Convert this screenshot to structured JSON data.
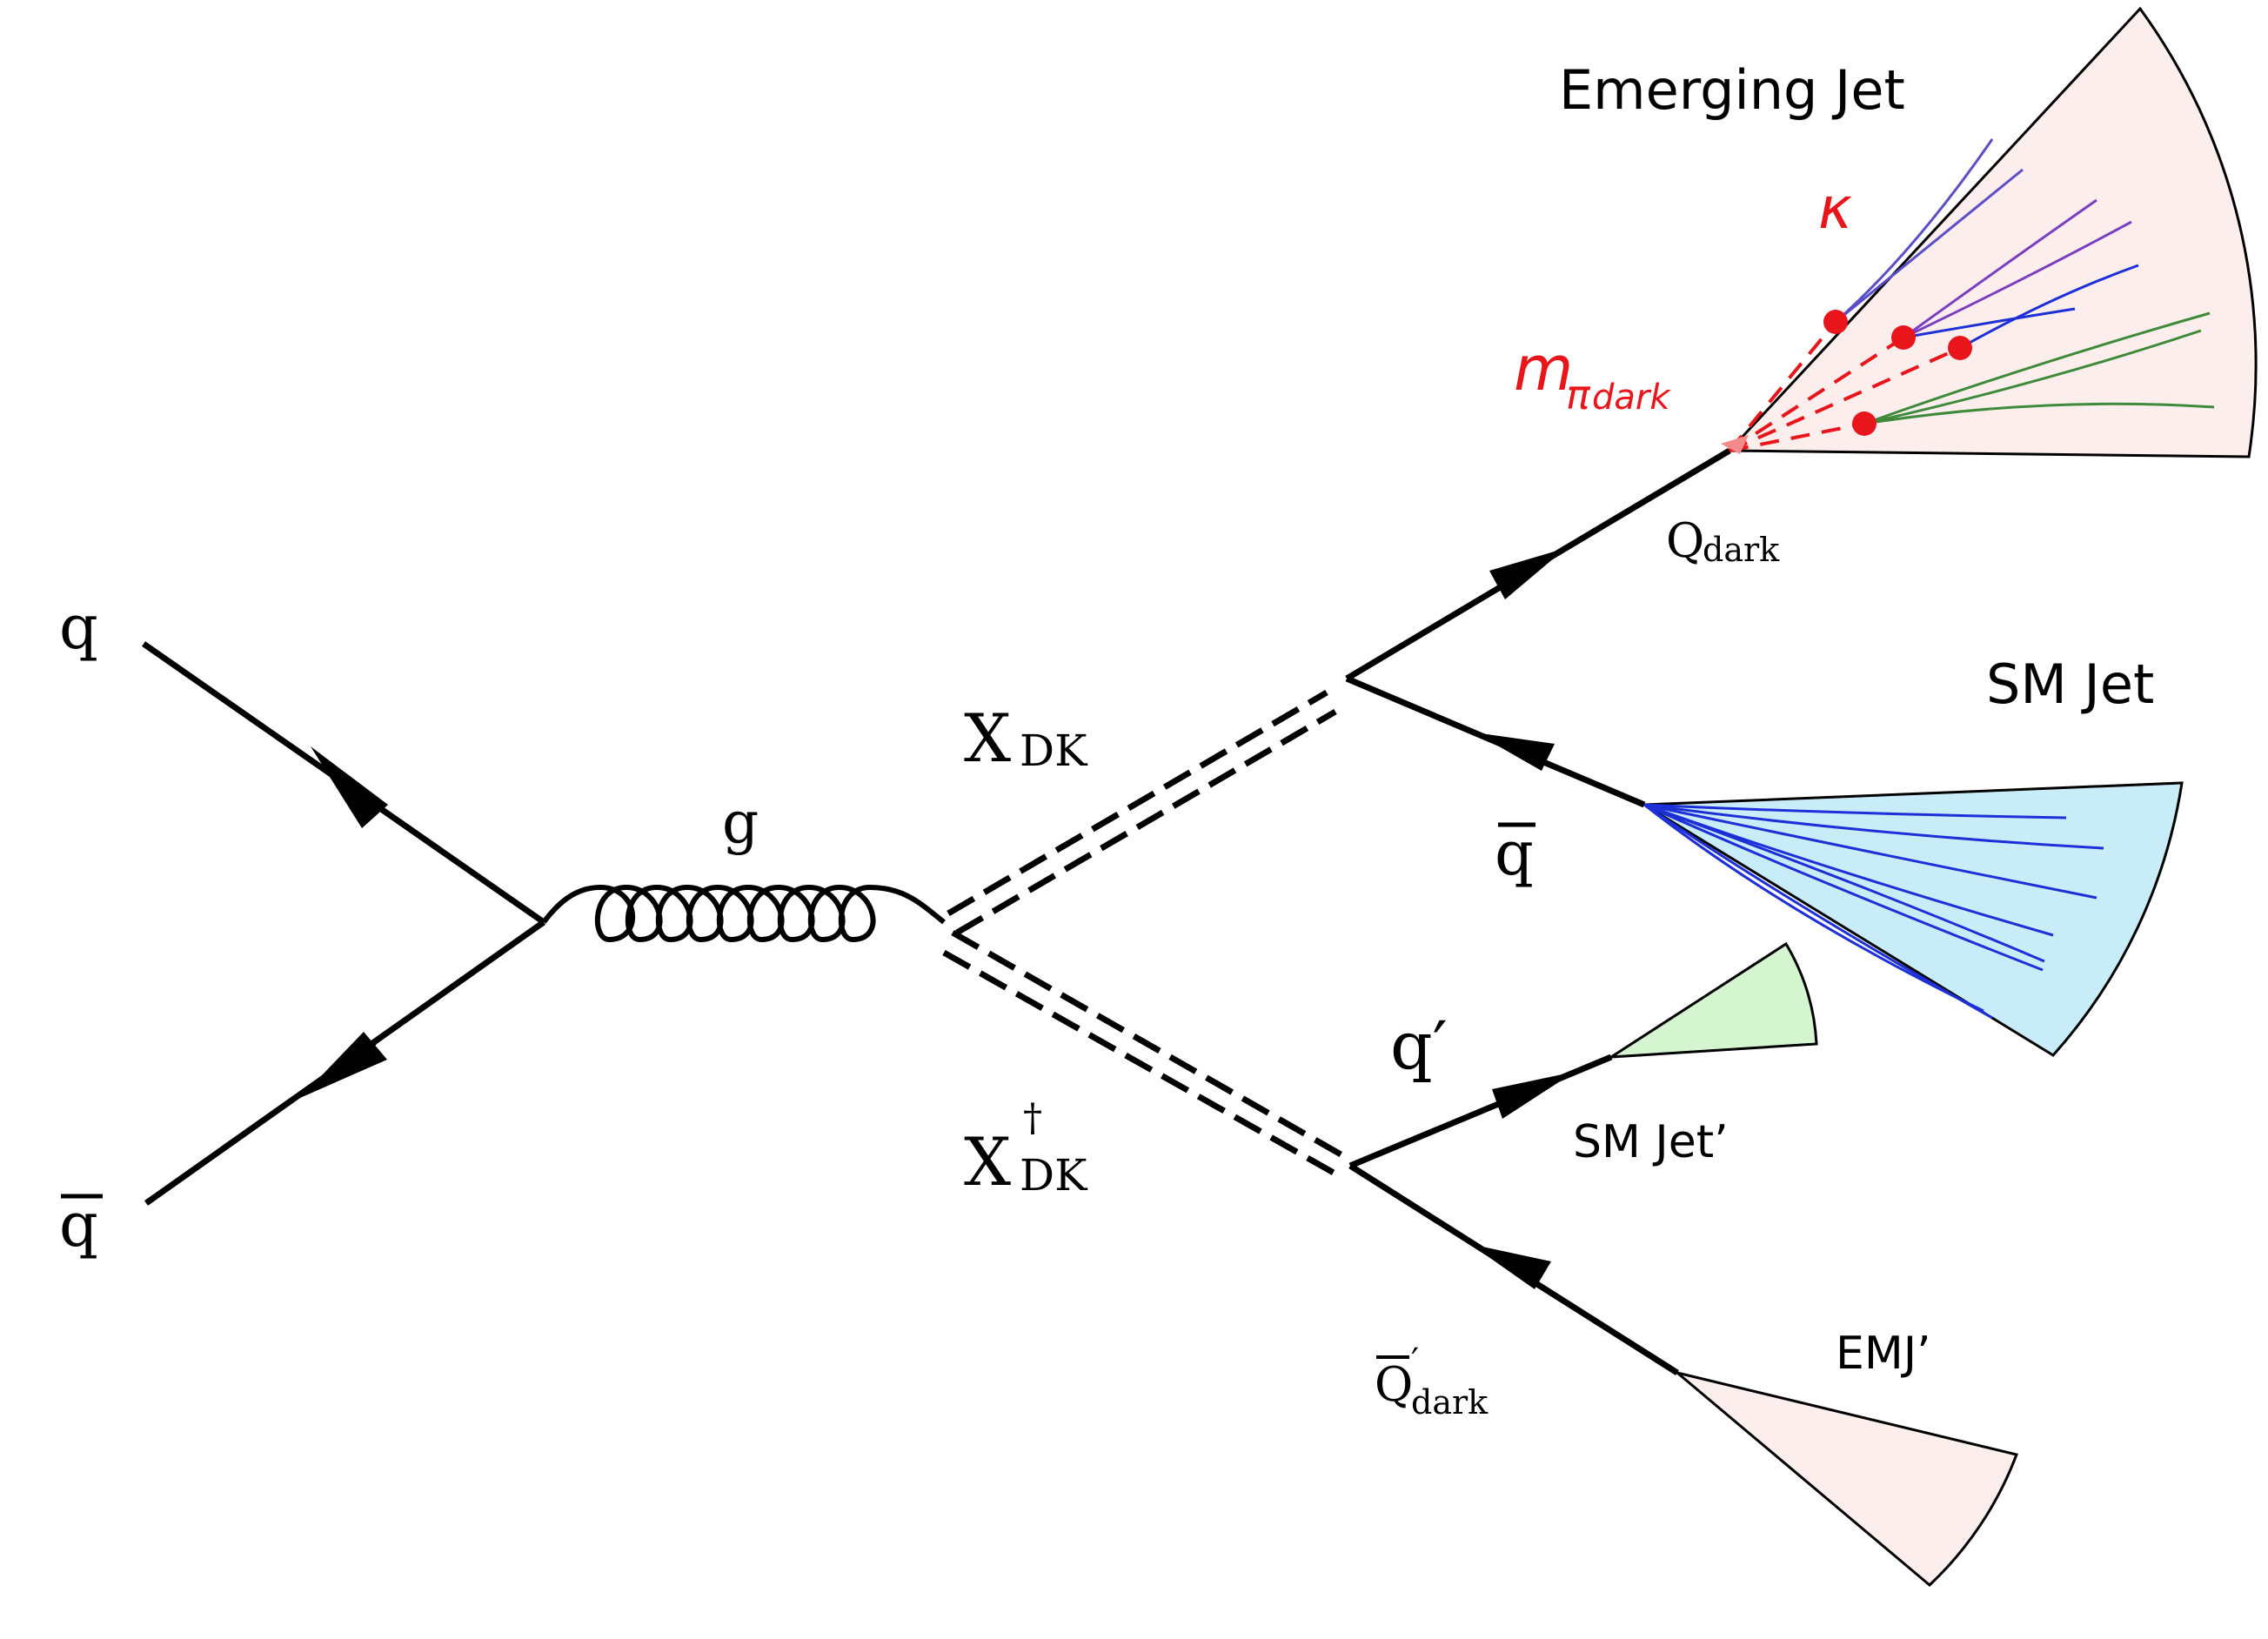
{
  "labels": {
    "q_in": "q",
    "qbar_in": "q",
    "gluon": "g",
    "x_dk_main": "X",
    "x_dk_sub": "DK",
    "x_dk_dag_main": "X",
    "x_dk_dag_sup": "†",
    "x_dk_dag_sub": "DK",
    "q_dark_main": "Q",
    "q_dark_sub": "dark",
    "qbar_out": "q",
    "q_prime": "q′",
    "qbar_dark_prime_main": "Q",
    "qbar_dark_prime_sup": "′",
    "qbar_dark_prime_sub": "dark",
    "emerging_jet": "Emerging Jet",
    "sm_jet": "SM Jet",
    "sm_jet_prime": "SM Jet’",
    "emj_prime": "EMJ’",
    "kappa": "κ",
    "m_pi_main": "m",
    "m_pi_sub_pi": "π",
    "m_pi_sub_dark": "dark"
  },
  "colors": {
    "line": "#000000",
    "accent_red": "#e8161b",
    "emerging_fill": "#fdeeee",
    "sm_fill": "#c8ecf8",
    "sm_prime_fill": "#d4f5d0",
    "emj_prime_fill": "#fdeeee",
    "track_blue": "#1d2fd6",
    "track_purple": "#7a3fc1",
    "track_green": "#3f8a3a"
  }
}
